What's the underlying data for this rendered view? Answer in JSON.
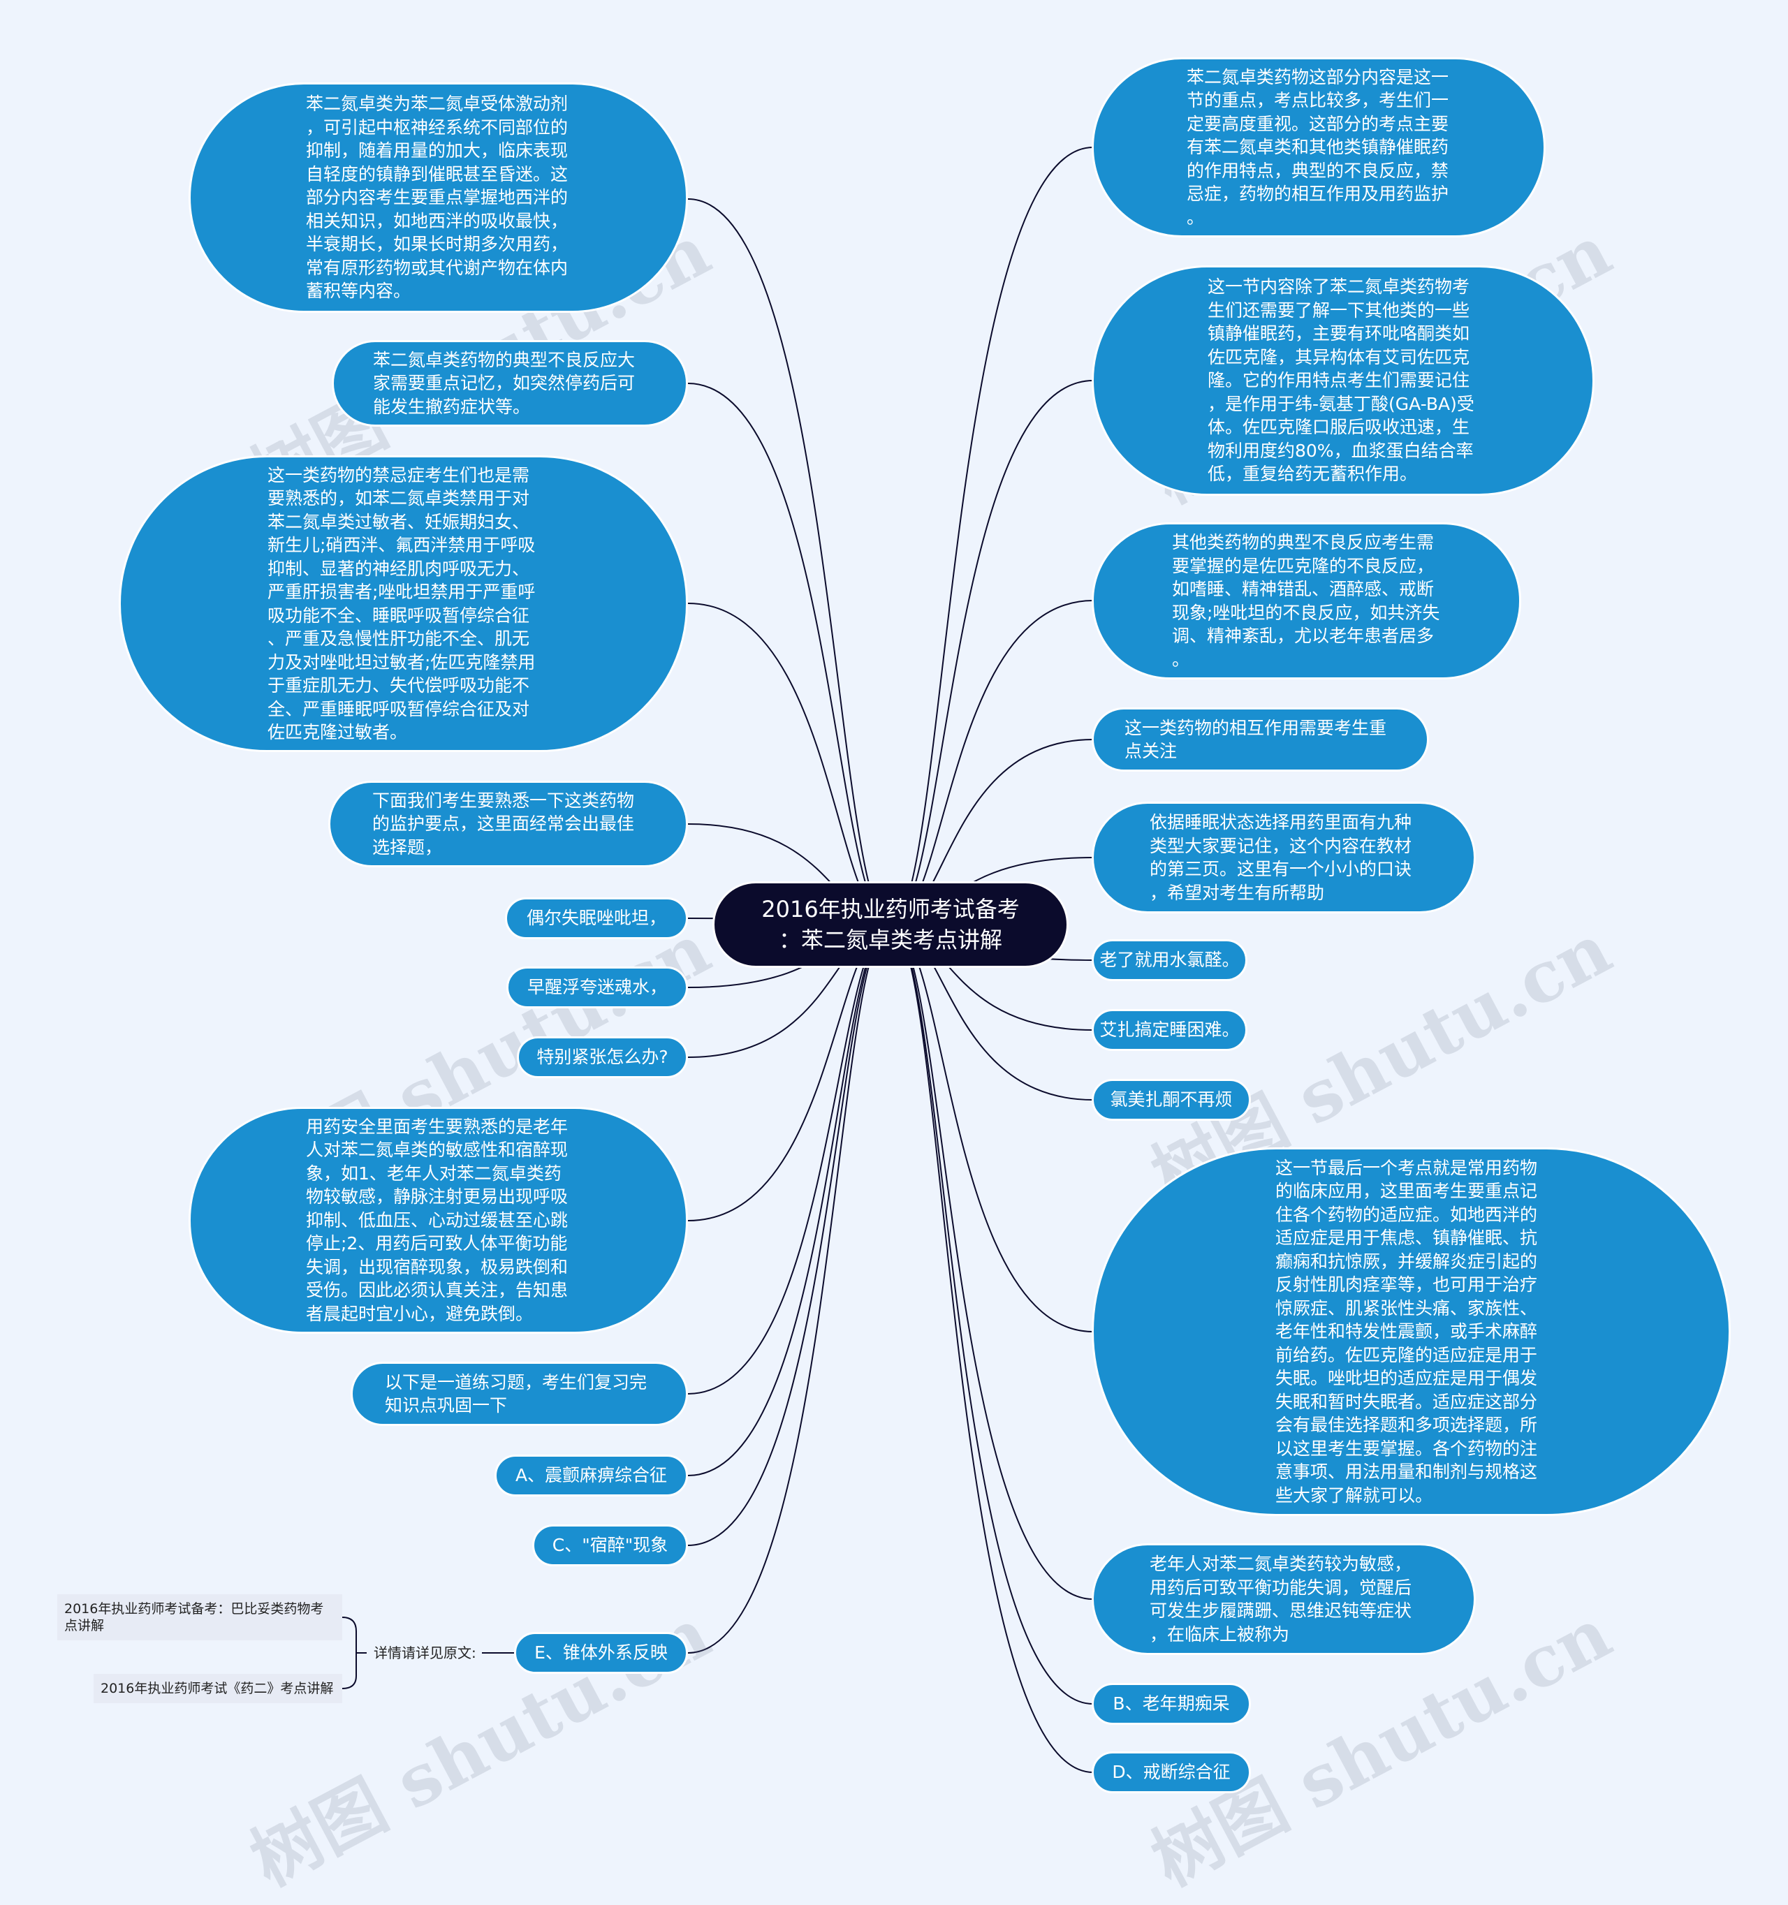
{
  "root": {
    "title": "2016年执业药师考试备考\n：苯二氮卓类考点讲解"
  },
  "colors": {
    "node": "#1a8fd0",
    "root": "#0b0b2c",
    "line": "#0b0b2c",
    "background": "#eef4fd"
  },
  "left_nodes": [
    {
      "text": "苯二氮卓类为苯二氮卓受体激动剂\n，可引起中枢神经系统不同部位的\n抑制，随着用量的加大，临床表现\n自轻度的镇静到催眠甚至昏迷。这\n部分内容考生要重点掌握地西泮的\n相关知识，如地西泮的吸收最快，\n半衰期长，如果长时期多次用药，\n常有原形药物或其代谢产物在体内\n蓄积等内容。"
    },
    {
      "text": "苯二氮卓类药物的典型不良反应大\n家需要重点记忆，如突然停药后可\n能发生撤药症状等。"
    },
    {
      "text": "这一类药物的禁忌症考生们也是需\n要熟悉的，如苯二氮卓类禁用于对\n苯二氮卓类过敏者、妊娠期妇女、\n新生儿;硝西泮、氟西泮禁用于呼吸\n抑制、显著的神经肌肉呼吸无力、\n严重肝损害者;唑吡坦禁用于严重呼\n吸功能不全、睡眠呼吸暂停综合征\n、严重及急慢性肝功能不全、肌无\n力及对唑吡坦过敏者;佐匹克隆禁用\n于重症肌无力、失代偿呼吸功能不\n全、严重睡眠呼吸暂停综合征及对\n佐匹克隆过敏者。"
    },
    {
      "text": "下面我们考生要熟悉一下这类药物\n的监护要点，这里面经常会出最佳\n选择题，"
    },
    {
      "text": "偶尔失眠唑吡坦，"
    },
    {
      "text": "早醒浮夸迷魂水，"
    },
    {
      "text": "特别紧张怎么办?"
    },
    {
      "text": "用药安全里面考生要熟悉的是老年\n人对苯二氮卓类的敏感性和宿醉现\n象，如1、老年人对苯二氮卓类药\n物较敏感，静脉注射更易出现呼吸\n抑制、低血压、心动过缓甚至心跳\n停止;2、用药后可致人体平衡功能\n失调，出现宿醉现象，极易跌倒和\n受伤。因此必须认真关注，告知患\n者晨起时宜小心，避免跌倒。"
    },
    {
      "text": "以下是一道练习题，考生们复习完\n知识点巩固一下"
    },
    {
      "text": "A、震颤麻痹综合征"
    },
    {
      "text": "C、\"宿醉\"现象"
    },
    {
      "text": "E、锥体外系反映"
    }
  ],
  "right_nodes": [
    {
      "text": "苯二氮卓类药物这部分内容是这一\n节的重点，考点比较多，考生们一\n定要高度重视。这部分的考点主要\n有苯二氮卓类和其他类镇静催眠药\n的作用特点，典型的不良反应，禁\n忌症，药物的相互作用及用药监护\n。"
    },
    {
      "text": "这一节内容除了苯二氮卓类药物考\n生们还需要了解一下其他类的一些\n镇静催眠药，主要有环吡咯酮类如\n佐匹克隆，其异构体有艾司佐匹克\n隆。它的作用特点考生们需要记住\n，是作用于纬-氨基丁酸(GA-BA)受\n体。佐匹克隆口服后吸收迅速，生\n物利用度约80%，血浆蛋白结合率\n低，重复给药无蓄积作用。"
    },
    {
      "text": "其他类药物的典型不良反应考生需\n要掌握的是佐匹克隆的不良反应，\n如嗜睡、精神错乱、酒醉感、戒断\n现象;唑吡坦的不良反应，如共济失\n调、精神紊乱，尤以老年患者居多\n。"
    },
    {
      "text": "这一类药物的相互作用需要考生重\n点关注"
    },
    {
      "text": "依据睡眠状态选择用药里面有九种\n类型大家要记住，这个内容在教材\n的第三页。这里有一个小小的口诀\n，希望对考生有所帮助"
    },
    {
      "text": "老了就用水氯醛。"
    },
    {
      "text": "艾扎搞定睡困难。"
    },
    {
      "text": "氯美扎酮不再烦"
    },
    {
      "text": "这一节最后一个考点就是常用药物\n的临床应用，这里面考生要重点记\n住各个药物的适应症。如地西泮的\n适应症是用于焦虑、镇静催眠、抗\n癫痫和抗惊厥，并缓解炎症引起的\n反射性肌肉痉挛等，也可用于治疗\n惊厥症、肌紧张性头痛、家族性、\n老年性和特发性震颤，或手术麻醉\n前给药。佐匹克隆的适应症是用于\n失眠。唑吡坦的适应症是用于偶发\n失眠和暂时失眠者。适应症这部分\n会有最佳选择题和多项选择题，所\n以这里考生要掌握。各个药物的注\n意事项、用法用量和制剂与规格这\n些大家了解就可以。"
    },
    {
      "text": "老年人对苯二氮卓类药较为敏感，\n用药后可致平衡功能失调，觉醒后\n可发生步履蹒跚、思维迟钝等症状\n，在临床上被称为"
    },
    {
      "text": "B、老年期痴呆"
    },
    {
      "text": "D、戒断综合征"
    }
  ],
  "detail": {
    "label": "详情请详见原文:",
    "links": [
      {
        "text": "2016年执业药师考试备考：巴比妥类药物考\n点讲解"
      },
      {
        "text": "2016年执业药师考试《药二》考点讲解"
      }
    ]
  },
  "watermark": "树图 shutu.cn"
}
